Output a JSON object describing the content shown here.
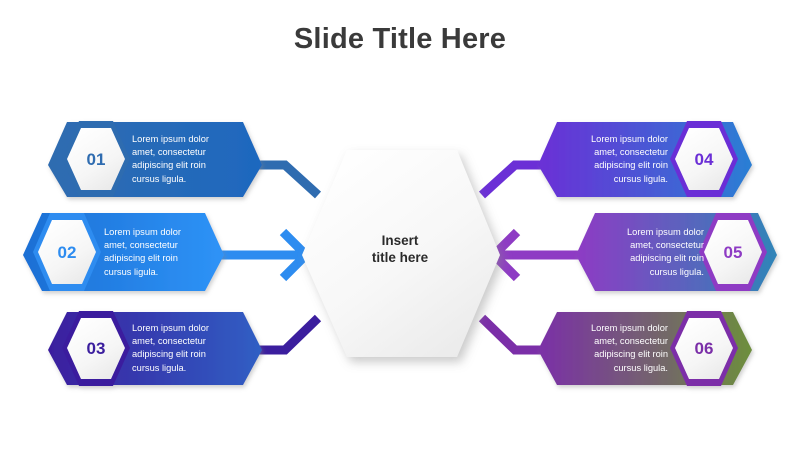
{
  "slide": {
    "title": "Slide Title Here",
    "background_color": "#ffffff",
    "title_color": "#3a3a3a"
  },
  "center": {
    "label_line1": "Insert",
    "label_line2": "title here",
    "fill_color": "#f4f4f4",
    "text_color": "#2b2b2b"
  },
  "body_text": "Lorem ipsum dolor amet, consectetur adipiscing elit roin cursus ligula.",
  "items": [
    {
      "number": "01",
      "side": "left",
      "text_line1": "Lorem ipsum dolor",
      "text_line2": "amet, consectetur",
      "text_line3": "adipiscing elit roin",
      "text_line4": "cursus ligula.",
      "banner_from": "#2f6cb0",
      "banner_to": "#1e68bf",
      "accent_color": "#2f6cb0",
      "number_color": "#2f6cb0",
      "connector_color": "#2f6cb0"
    },
    {
      "number": "02",
      "side": "left",
      "text_line1": "Lorem ipsum dolor",
      "text_line2": "amet, consectetur",
      "text_line3": "adipiscing elit roin",
      "text_line4": "cursus ligula.",
      "banner_from": "#1b6fd4",
      "banner_to": "#2e93f7",
      "accent_color": "#2d8cf0",
      "number_color": "#2d8cf0",
      "connector_color": "#2d8cf0"
    },
    {
      "number": "03",
      "side": "left",
      "text_line1": "Lorem ipsum dolor",
      "text_line2": "amet, consectetur",
      "text_line3": "adipiscing elit roin",
      "text_line4": "cursus ligula.",
      "banner_from": "#3b1e9e",
      "banner_to": "#2f5fc4",
      "accent_color": "#3b1e9e",
      "number_color": "#3b1e9e",
      "connector_color": "#3b1e9e"
    },
    {
      "number": "04",
      "side": "right",
      "text_line1": "Lorem ipsum dolor",
      "text_line2": "amet, consectetur",
      "text_line3": "adipiscing elit roin",
      "text_line4": "cursus ligula.",
      "banner_from": "#6b2fd6",
      "banner_to": "#2a7fd4",
      "accent_color": "#6b2fd6",
      "number_color": "#6b2fd6",
      "connector_color": "#6b2fd6"
    },
    {
      "number": "05",
      "side": "right",
      "text_line1": "Lorem ipsum dolor",
      "text_line2": "amet, consectetur",
      "text_line3": "adipiscing elit roin",
      "text_line4": "cursus ligula.",
      "banner_from": "#8e3bc4",
      "banner_to": "#2f85b8",
      "accent_color": "#8e3bc4",
      "number_color": "#8e3bc4",
      "connector_color": "#8e3bc4"
    },
    {
      "number": "06",
      "side": "right",
      "text_line1": "Lorem ipsum dolor",
      "text_line2": "amet, consectetur",
      "text_line3": "adipiscing elit roin",
      "text_line4": "cursus ligula.",
      "banner_from": "#7b2fa8",
      "banner_to": "#6d8f3c",
      "accent_color": "#7b2fa8",
      "number_color": "#7b2fa8",
      "connector_color": "#7b2fa8"
    }
  ]
}
